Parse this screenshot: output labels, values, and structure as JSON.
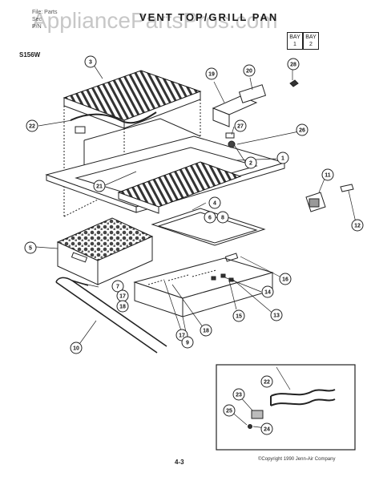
{
  "header": {
    "file_line": "File: Parts",
    "line2": "Sec",
    "line3": "P/N",
    "title": "VENT TOP/GRILL PAN",
    "bay1": {
      "label": "BAY",
      "number": "1"
    },
    "bay2": {
      "label": "BAY",
      "number": "2"
    },
    "model": "S156W"
  },
  "watermark": "AppliancePartsPros.com",
  "callouts": [
    {
      "id": "c3",
      "label": "3"
    },
    {
      "id": "c19",
      "label": "19"
    },
    {
      "id": "c20",
      "label": "20"
    },
    {
      "id": "c28",
      "label": "28"
    },
    {
      "id": "c22",
      "label": "22"
    },
    {
      "id": "c27",
      "label": "27"
    },
    {
      "id": "c26",
      "label": "26"
    },
    {
      "id": "c2",
      "label": "2"
    },
    {
      "id": "c1",
      "label": "1"
    },
    {
      "id": "c21",
      "label": "21"
    },
    {
      "id": "c11",
      "label": "11"
    },
    {
      "id": "c4",
      "label": "4"
    },
    {
      "id": "c6",
      "label": "6"
    },
    {
      "id": "c8",
      "label": "8"
    },
    {
      "id": "c12",
      "label": "12"
    },
    {
      "id": "c5",
      "label": "5"
    },
    {
      "id": "c16",
      "label": "16"
    },
    {
      "id": "c14",
      "label": "14"
    },
    {
      "id": "c7",
      "label": "7"
    },
    {
      "id": "c17a",
      "label": "17"
    },
    {
      "id": "c18a",
      "label": "18"
    },
    {
      "id": "c15",
      "label": "15"
    },
    {
      "id": "c13",
      "label": "13"
    },
    {
      "id": "c17b",
      "label": "17"
    },
    {
      "id": "c18b",
      "label": "18"
    },
    {
      "id": "c9",
      "label": "9"
    },
    {
      "id": "c10",
      "label": "10"
    },
    {
      "id": "c22b",
      "label": "22"
    },
    {
      "id": "c23",
      "label": "23"
    },
    {
      "id": "c25",
      "label": "25"
    },
    {
      "id": "c24",
      "label": "24"
    }
  ],
  "footer": {
    "page": "4-3",
    "copyright": "©Copyright 1990 Jenn-Air Company"
  }
}
